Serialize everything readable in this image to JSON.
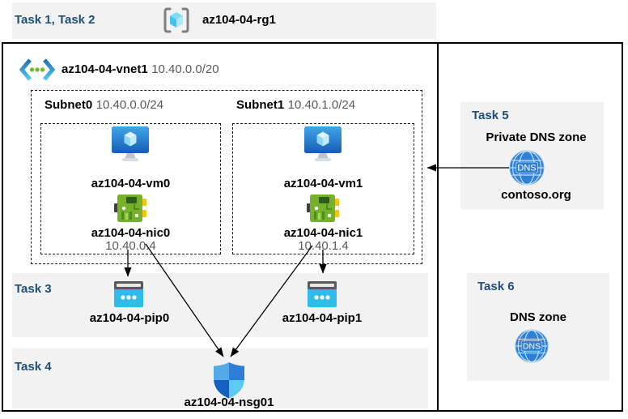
{
  "header": {
    "tasks_label": "Task 1, Task 2",
    "resource_group": "az104-04-rg1"
  },
  "vnet": {
    "name": "az104-04-vnet1",
    "cidr": "10.40.0.0/20"
  },
  "subnets": [
    {
      "name": "Subnet0",
      "cidr": "10.40.0.0/24",
      "vm_name": "az104-04-vm0",
      "nic_name": "az104-04-nic0",
      "nic_ip": "10.40.0.4"
    },
    {
      "name": "Subnet1",
      "cidr": "10.40.1.0/24",
      "vm_name": "az104-04-vm1",
      "nic_name": "az104-04-nic1",
      "nic_ip": "10.40.1.4"
    }
  ],
  "task3": {
    "label": "Task 3",
    "pip0": "az104-04-pip0",
    "pip1": "az104-04-pip1"
  },
  "task4": {
    "label": "Task 4",
    "nsg_name": "az104-04-nsg01"
  },
  "task5": {
    "label": "Task 5",
    "title": "Private DNS zone",
    "zone_name": "contoso.org",
    "dns_badge": "DNS"
  },
  "task6": {
    "label": "Task 6",
    "title": "DNS zone",
    "dns_badge": "DNS"
  },
  "colors": {
    "task_heading": "#1F4E79",
    "panel_bg": "#F2F2F2",
    "secondary_text": "#595959",
    "vm_blue": "#1E66B8",
    "nic_green": "#76B229",
    "pip_cyan": "#2FBCEA",
    "dns_blue": "#2E7FD6"
  }
}
